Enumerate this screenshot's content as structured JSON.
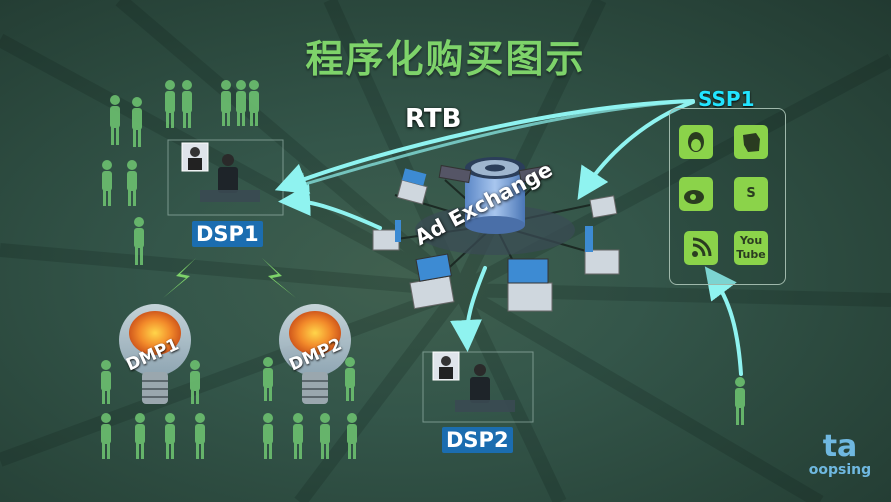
{
  "title": "程序化购买图示",
  "labels": {
    "rtb": "RTB",
    "ssp": "SSP1",
    "dsp1": "DSP1",
    "dsp2": "DSP2",
    "ad_exchange": "Ad Exchange",
    "dmp1": "DMP1",
    "dmp2": "DMP2"
  },
  "ssp_apps": [
    {
      "icon": "qq-penguin-icon",
      "text": ""
    },
    {
      "icon": "evernote-elephant-icon",
      "text": ""
    },
    {
      "icon": "weibo-icon",
      "text": ""
    },
    {
      "icon": "skype-icon",
      "text": "S"
    },
    {
      "icon": "rss-icon",
      "text": ""
    },
    {
      "icon": "youtube-icon",
      "text": "You Tube"
    }
  ],
  "watermark": {
    "logo": "ta",
    "text": "oopsing"
  },
  "colors": {
    "title_green": "#7ed36a",
    "arrow_cyan": "#8ff3f0",
    "ssp_label": "#22e4ff",
    "dsp_badge": "#1b6db0",
    "people_green": "#6cc070",
    "app_green": "#8bd34a"
  }
}
